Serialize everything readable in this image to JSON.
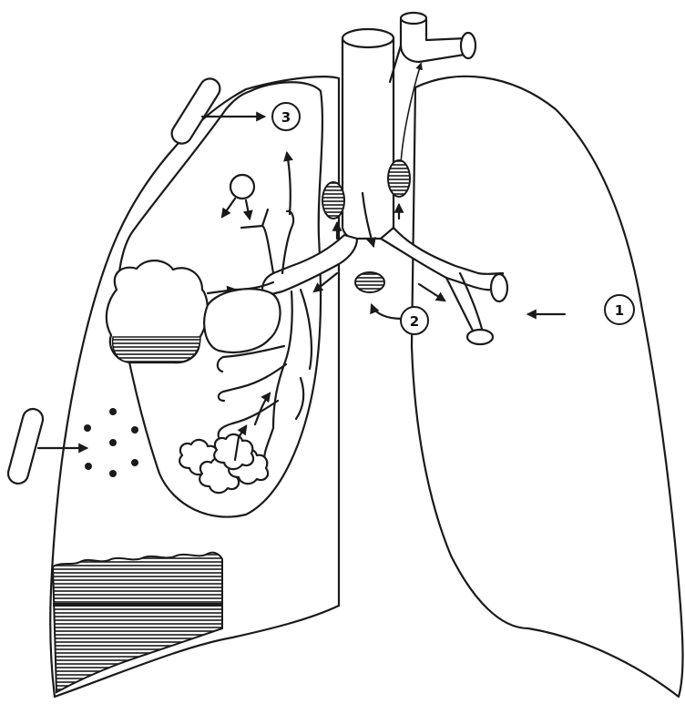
{
  "diagram": {
    "labels": [
      {
        "id": "label-1",
        "text": "1"
      },
      {
        "id": "label-2",
        "text": "2"
      },
      {
        "id": "label-3",
        "text": "3"
      }
    ]
  },
  "colors": {
    "ink": "#1a1a1a",
    "paper": "#ffffff"
  }
}
